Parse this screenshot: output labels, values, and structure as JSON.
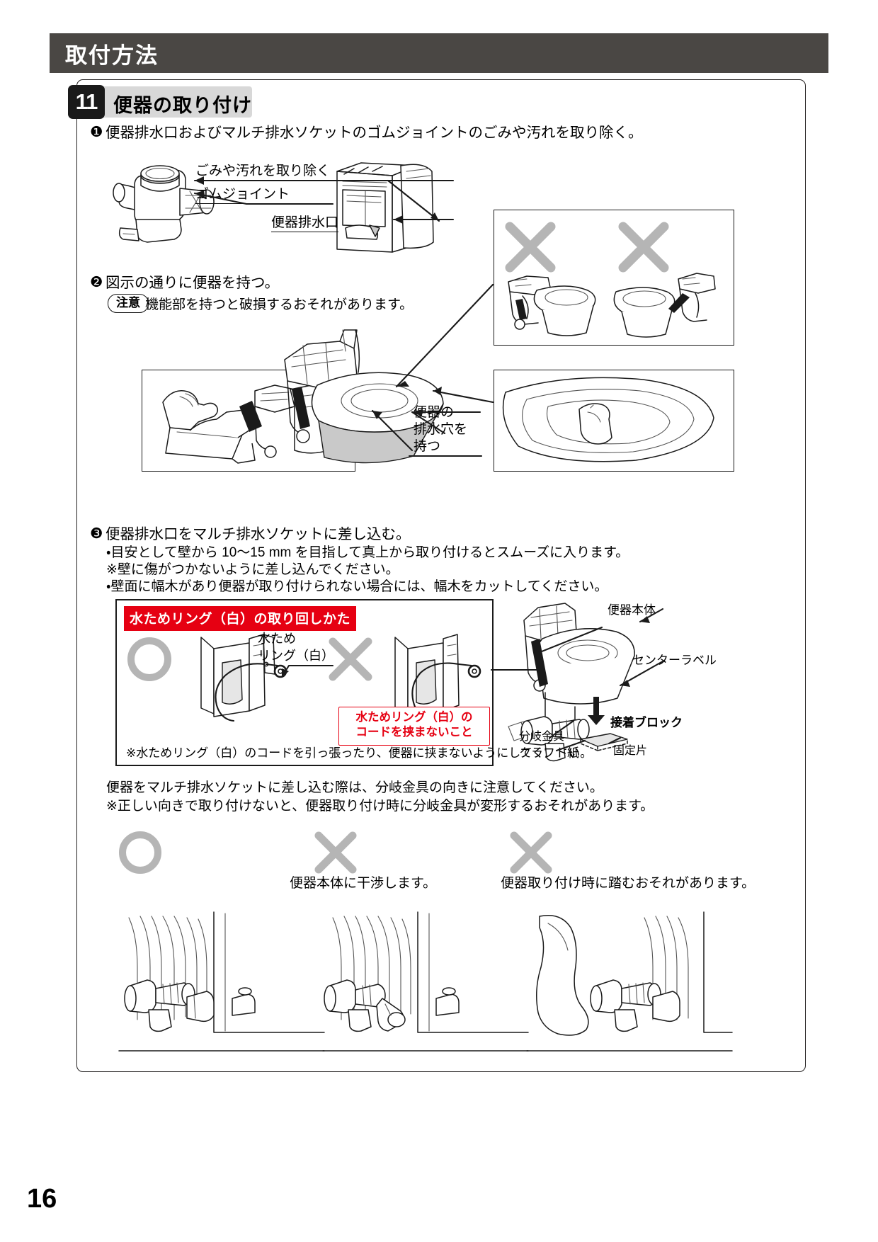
{
  "header": {
    "title": "取付方法"
  },
  "section": {
    "number": "11",
    "name": "便器の取り付け"
  },
  "steps": {
    "step1": {
      "marker": "❶",
      "text": "便器排水口およびマルチ排水ソケットのゴムジョイントのごみや汚れを取り除く。",
      "labels": {
        "clean": "ごみや汚れを取り除く",
        "rubber_joint": "ゴムジョイント",
        "drain_outlet": "便器排水口"
      }
    },
    "step2": {
      "marker": "❷",
      "text": "図示の通りに便器を持つ。",
      "caution_tag": "注意",
      "caution_text": "機能部を持つと破損するおそれがあります。",
      "labels": {
        "hold_drain_hole_l1": "便器の",
        "hold_drain_hole_l2": "排水穴を",
        "hold_drain_hole_l3": "持つ"
      }
    },
    "step3": {
      "marker": "❸",
      "text": "便器排水口をマルチ排水ソケットに差し込む。",
      "lines": [
        "・目安として壁から 10～15 mm を目指して真上から取り付けるとスムーズに入ります。",
        "※壁に傷がつかないように差し込んでください。",
        "・壁面に幅木があり便器が取り付けられない場合には、幅木をカットしてください。"
      ]
    }
  },
  "ring_box": {
    "tag": "水ためリング（白）の取り回しかた",
    "label_l1": "水ため",
    "label_l2": "リング（白）",
    "warn_l1": "水ためリング（白）の",
    "warn_l2": "コードを挟まないこと",
    "footer": "※水ためリング（白）のコードを引っ張ったり、便器に挟まないようにしてください。"
  },
  "right_diagram": {
    "toilet_body": "便器本体",
    "center_label": "センターラベル",
    "branch_fitting": "分岐金具",
    "adhesive_block": "接着ブロック",
    "craft_paper": "クラフト紙",
    "fixing_piece": "固定片"
  },
  "bottom_notes": {
    "line1": "便器をマルチ排水ソケットに差し込む際は、分岐金具の向きに注意してください。",
    "line2": "※正しい向きで取り付けないと、便器取り付け時に分岐金具が変形するおそれがあります。",
    "caption_ok": "",
    "caption_ng1": "便器本体に干渉します。",
    "caption_ng2": "便器取り付け時に踏むおそれがあります。"
  },
  "page_number": "16",
  "colors": {
    "header_bg": "#4a4744",
    "section_badge": "#1a1a1a",
    "section_bg": "#d8d8d8",
    "red": "#e60012",
    "mark_gray": "#b5b5b5"
  }
}
